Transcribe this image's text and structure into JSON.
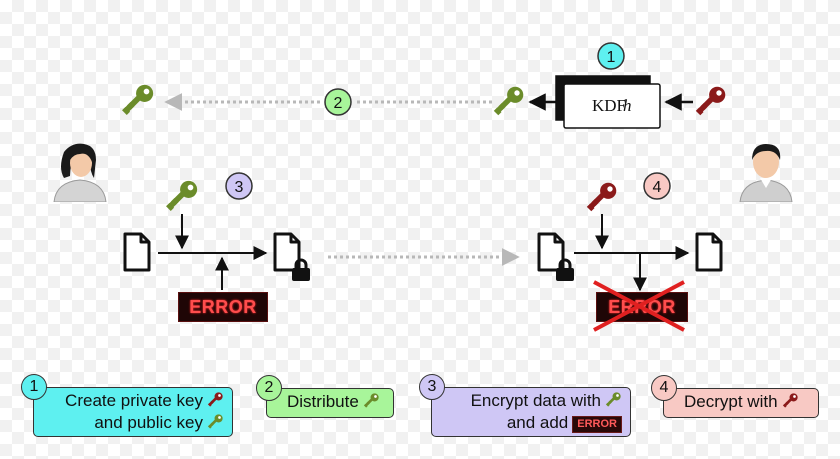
{
  "steps": {
    "1": "1",
    "2": "2",
    "3": "3",
    "4": "4"
  },
  "kdf": {
    "label": "KDF",
    "symbol": "h"
  },
  "error_label": "ERROR",
  "legend": {
    "step1": {
      "number": "1",
      "line1": "Create private key",
      "line2": "and public key"
    },
    "step2": {
      "number": "2",
      "line1": "Distribute"
    },
    "step3": {
      "number": "3",
      "line1": "Encrypt data with",
      "line2": "and add",
      "tag": "ERROR"
    },
    "step4": {
      "number": "4",
      "line1": "Decrypt with"
    }
  },
  "colors": {
    "public_key": "#6b8c2a",
    "private_key": "#8b1a1a",
    "step1": "#5ef0f0",
    "step2": "#a8f59a",
    "step3": "#cfc7f5",
    "step4": "#f8c9c4",
    "cross": "#e02020"
  },
  "icons": {
    "person": "person-icon",
    "key": "key-icon",
    "document": "document-icon",
    "locked_document": "locked-document-icon"
  }
}
